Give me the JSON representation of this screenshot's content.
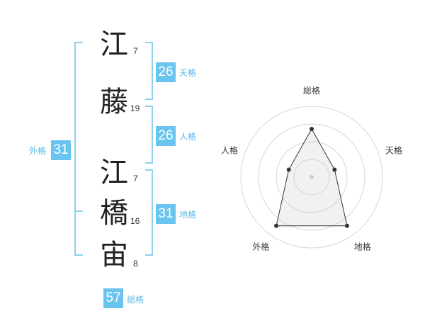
{
  "surname": [
    {
      "char": "江",
      "strokes": "7"
    },
    {
      "char": "藤",
      "strokes": "19"
    }
  ],
  "given": [
    {
      "char": "江",
      "strokes": "7"
    },
    {
      "char": "橋",
      "strokes": "16"
    },
    {
      "char": "宙",
      "strokes": "8"
    }
  ],
  "fortunes": {
    "tenkaku": {
      "label": "天格",
      "value": "26"
    },
    "jinkaku": {
      "label": "人格",
      "value": "26"
    },
    "chikaku": {
      "label": "地格",
      "value": "31"
    },
    "gaikaku": {
      "label": "外格",
      "value": "31"
    },
    "soukaku": {
      "label": "総格",
      "value": "57"
    }
  },
  "colors": {
    "accent": "#6ac4f0",
    "label": "#56b8e8",
    "bracket": "#8fd0f0"
  },
  "chart_data": {
    "type": "radar",
    "axes": [
      "総格",
      "天格",
      "地格",
      "外格",
      "人格"
    ],
    "values": [
      4,
      2,
      5,
      5,
      2
    ],
    "max": 5,
    "rings": 4,
    "grid": true
  }
}
